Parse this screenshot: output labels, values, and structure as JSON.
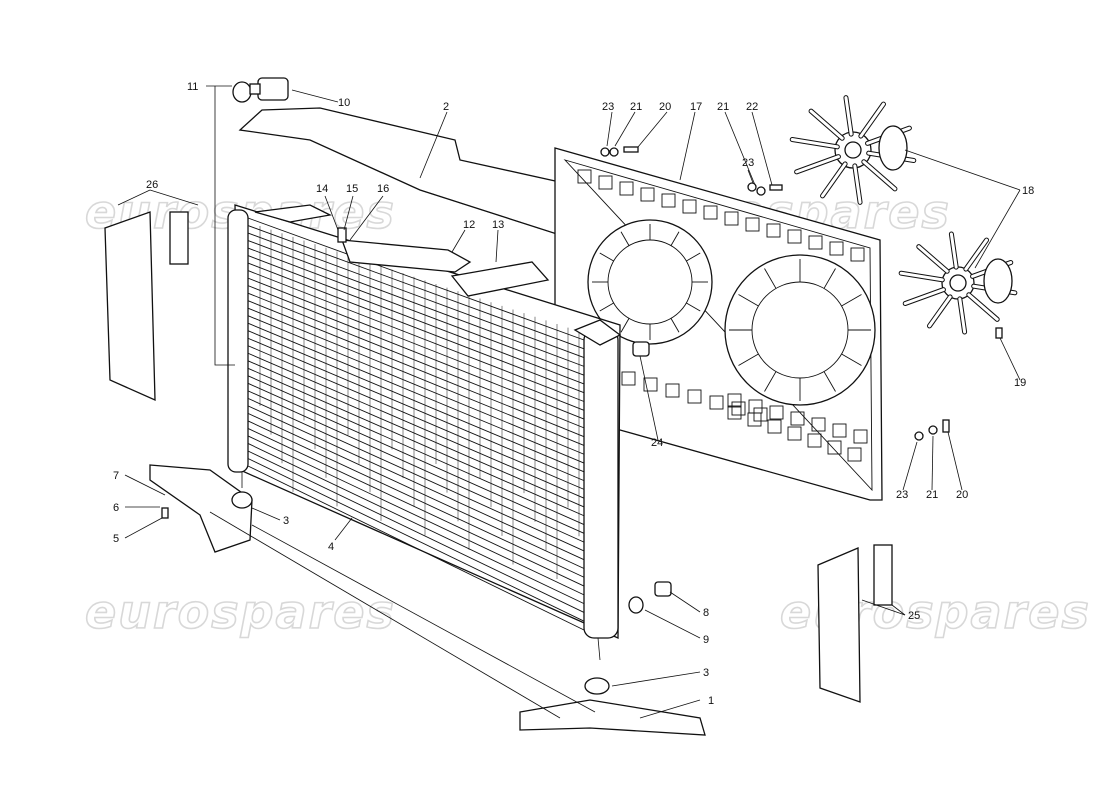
{
  "watermark": "eurospares",
  "callouts": {
    "c1": "1",
    "c2": "2",
    "c3a": "3",
    "c3b": "3",
    "c4": "4",
    "c5": "5",
    "c6": "6",
    "c7": "7",
    "c8": "8",
    "c9": "9",
    "c10": "10",
    "c11": "11",
    "c12": "12",
    "c13": "13",
    "c14": "14",
    "c15": "15",
    "c16": "16",
    "c17": "17",
    "c18": "18",
    "c19": "19",
    "c20a": "20",
    "c20b": "20",
    "c21a": "21",
    "c21b": "21",
    "c21c": "21",
    "c22": "22",
    "c23a": "23",
    "c23b": "23",
    "c23c": "23",
    "c24": "24",
    "c25": "25",
    "c26": "26"
  }
}
